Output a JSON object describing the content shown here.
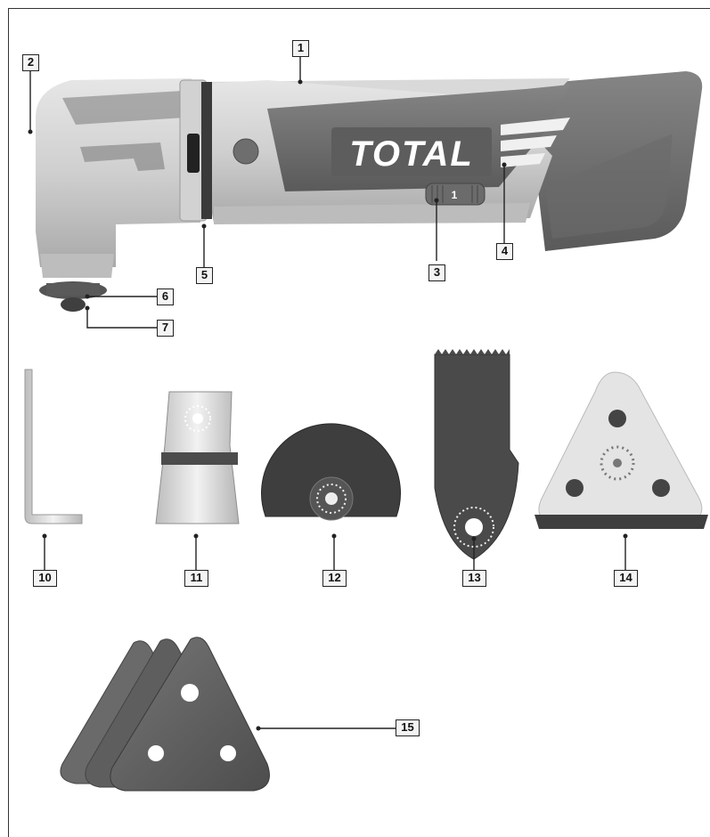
{
  "brand": {
    "logo_text": "TOTAL"
  },
  "dial": {
    "setting": "1"
  },
  "callouts": {
    "c1": "1",
    "c2": "2",
    "c3": "3",
    "c4": "4",
    "c5": "5",
    "c6": "6",
    "c7": "7",
    "c10": "10",
    "c11": "11",
    "c12": "12",
    "c13": "13",
    "c14": "14",
    "c15": "15"
  },
  "colors": {
    "body_light": "#c9c9c9",
    "body_dark": "#6d6d6d",
    "blade_dark": "#4a4a4a",
    "sandpaper": "#5f5f5f"
  }
}
